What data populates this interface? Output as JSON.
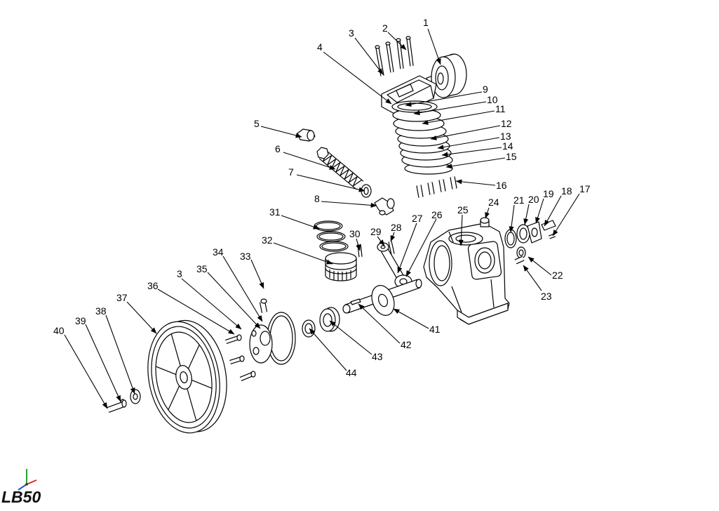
{
  "diagram": {
    "model_label": "LB50",
    "callouts": [
      "1",
      "2",
      "3",
      "4",
      "5",
      "6",
      "7",
      "8",
      "9",
      "10",
      "11",
      "12",
      "13",
      "14",
      "15",
      "16",
      "17",
      "18",
      "19",
      "20",
      "21",
      "22",
      "23",
      "24",
      "25",
      "26",
      "27",
      "28",
      "29",
      "30",
      "31",
      "32",
      "33",
      "34",
      "35",
      "3",
      "36",
      "37",
      "38",
      "39",
      "40",
      "41",
      "42",
      "43",
      "44"
    ]
  }
}
